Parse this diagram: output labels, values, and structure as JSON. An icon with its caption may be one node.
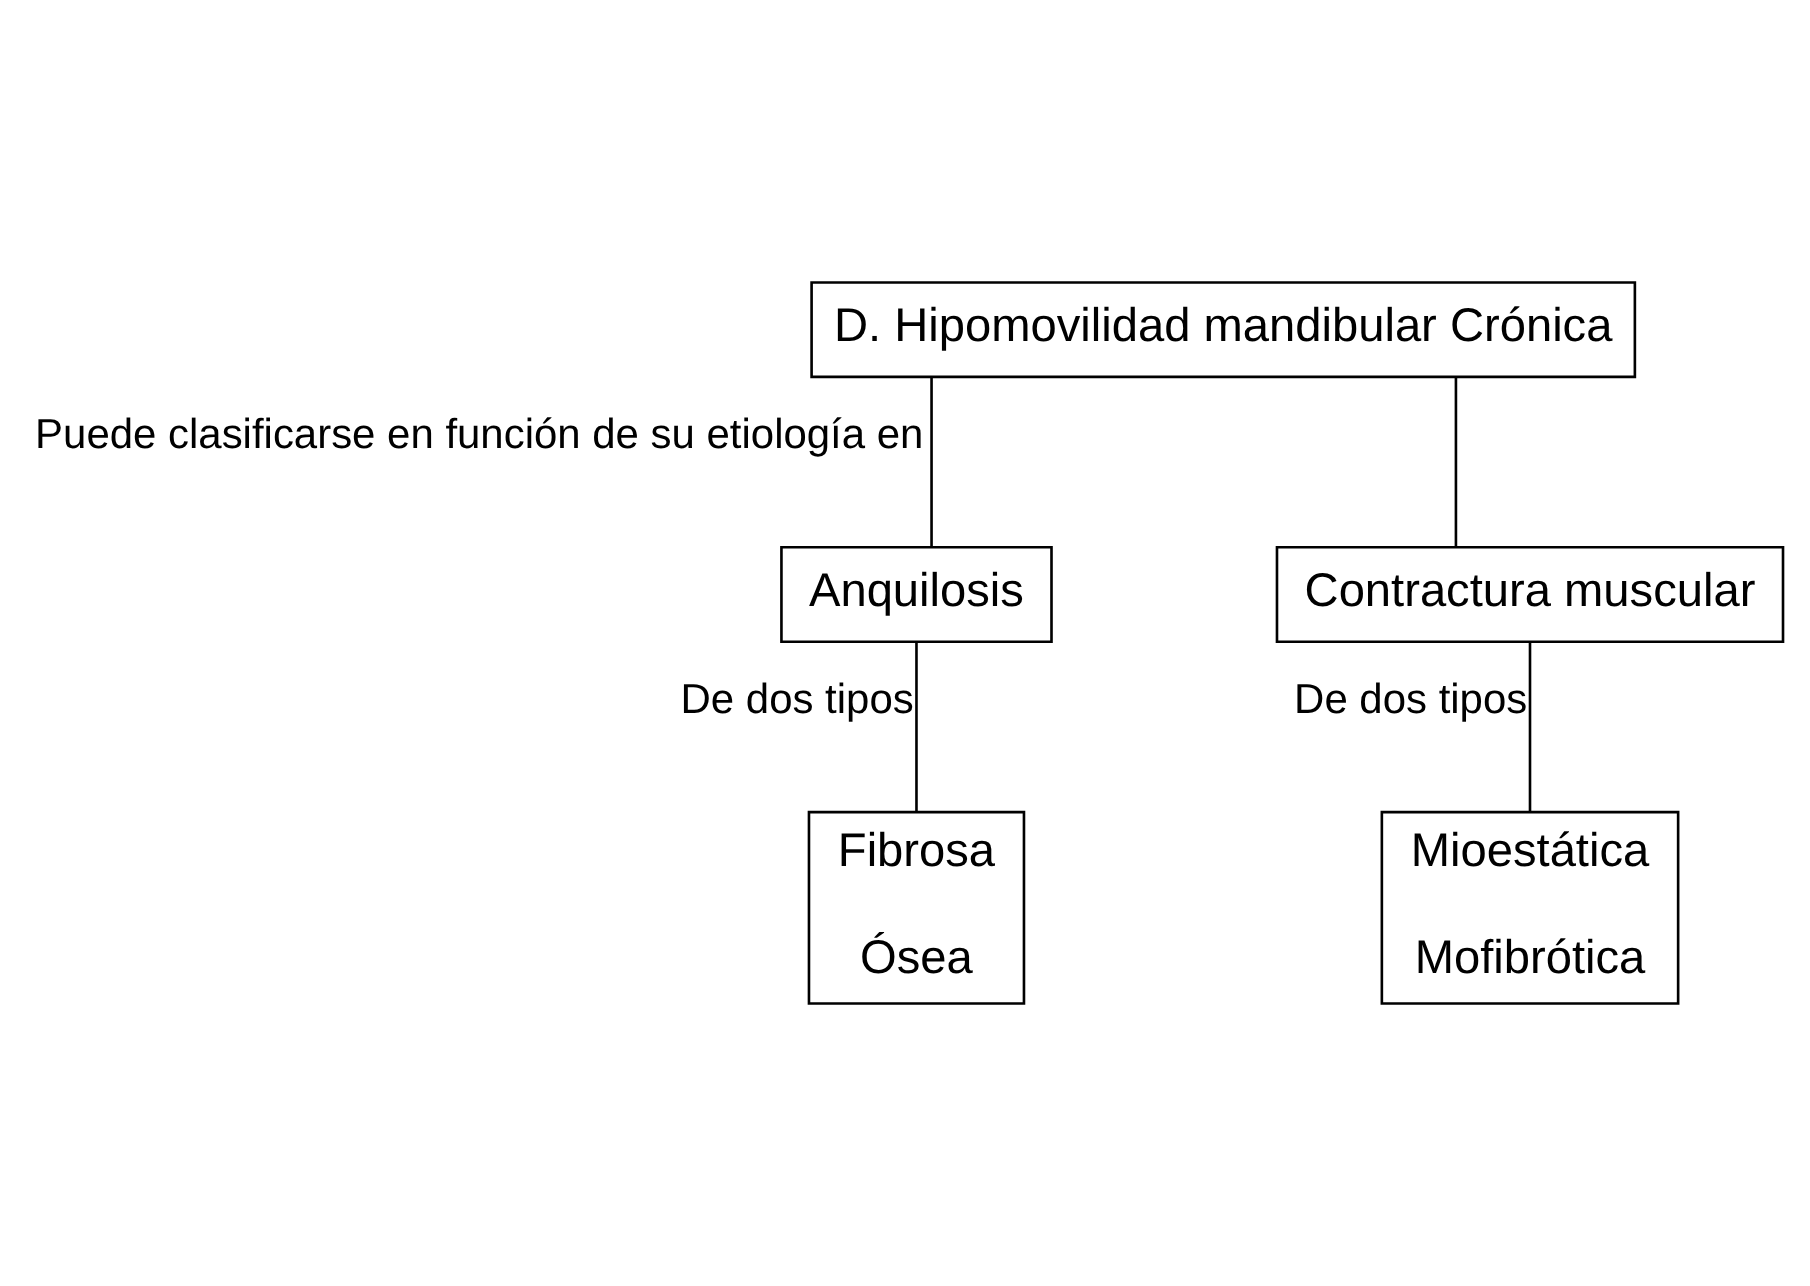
{
  "diagram": {
    "nodes": [
      {
        "text": [
          "D. Hipomovilidad mandibular Crónica"
        ]
      },
      {
        "text": [
          "Anquilosis"
        ]
      },
      {
        "text": [
          "Contractura muscular"
        ]
      },
      {
        "text": [
          "Fibrosa",
          "Ósea"
        ]
      },
      {
        "text": [
          "Mioestática",
          "Mofibrótica"
        ]
      }
    ],
    "edges": [
      {
        "from": 0,
        "to": 1,
        "arrow": "none",
        "label": "Puede clasificarse en función de su etiología en"
      },
      {
        "from": 0,
        "to": 2,
        "arrow": "none"
      },
      {
        "from": 1,
        "to": 3,
        "arrow": "none",
        "label": "De dos tipos"
      },
      {
        "from": 2,
        "to": 4,
        "arrow": "none",
        "label": "De dos tipos"
      }
    ]
  }
}
